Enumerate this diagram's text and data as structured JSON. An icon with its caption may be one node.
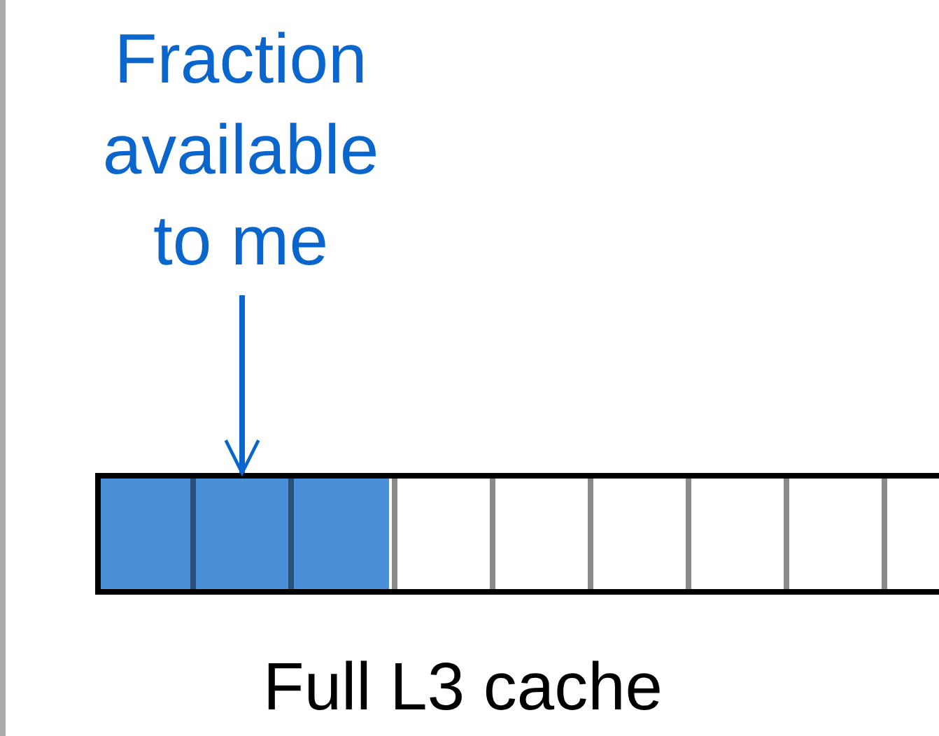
{
  "diagram": {
    "nodes": [
      {
        "text": [
          "Fraction available to me"
        ]
      },
      {
        "text": [
          "Full L3 cache"
        ]
      },
      {
        "text": [],
        "shape": "bar",
        "in": 1
      }
    ],
    "edges": [
      {
        "from": 0,
        "to": 2,
        "arrow": "to"
      }
    ]
  }
}
